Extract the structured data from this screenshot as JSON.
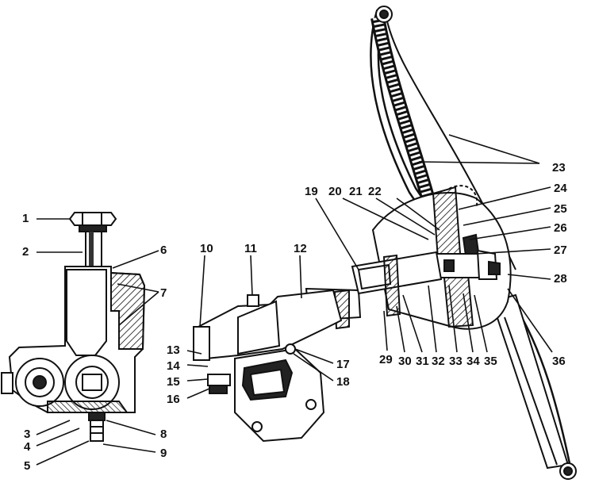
{
  "diagram": {
    "callouts": [
      "1",
      "2",
      "3",
      "4",
      "5",
      "6",
      "7",
      "8",
      "9",
      "10",
      "11",
      "12",
      "13",
      "14",
      "15",
      "16",
      "17",
      "18",
      "19",
      "20",
      "21",
      "22",
      "23",
      "24",
      "25",
      "26",
      "27",
      "28",
      "29",
      "30",
      "31",
      "32",
      "33",
      "34",
      "35",
      "36"
    ],
    "colors": {
      "ink": "#111111",
      "paper": "#ffffff",
      "shade": "#444444"
    }
  }
}
